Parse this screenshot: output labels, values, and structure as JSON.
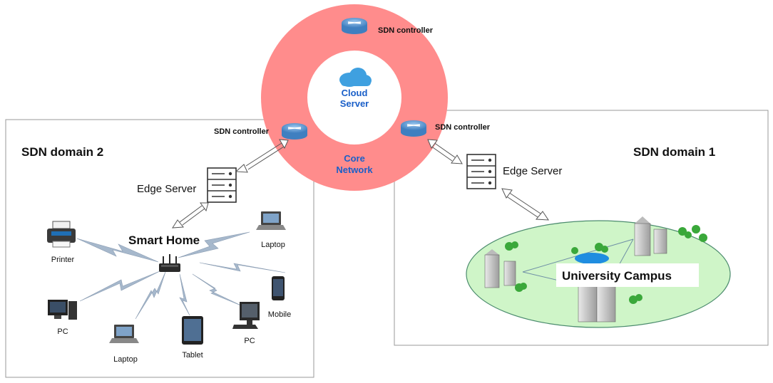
{
  "core": {
    "cloud_line1": "Cloud",
    "cloud_line2": "Server",
    "network_line1": "Core",
    "network_line2": "Network",
    "controller_top": "SDN controller",
    "controller_left": "SDN controller",
    "controller_right": "SDN controller"
  },
  "domain2": {
    "title": "SDN domain 2",
    "edge_server": "Edge Server",
    "hub": "Smart Home",
    "devices": {
      "printer": "Printer",
      "laptop_top": "Laptop",
      "pc_left": "PC",
      "laptop_bottom": "Laptop",
      "tablet": "Tablet",
      "pc_right": "PC",
      "mobile": "Mobile"
    }
  },
  "domain1": {
    "title": "SDN domain 1",
    "edge_server": "Edge Server",
    "campus": "University Campus"
  },
  "colors": {
    "ring": "#ff8c8c",
    "cloud": "#3fa0e0",
    "router": "#5b9bd5",
    "lightning": "#a6b8cc",
    "campus_fill": "#cff5c8",
    "campus_stroke": "#4c8c6e",
    "tree": "#3aa83a"
  }
}
